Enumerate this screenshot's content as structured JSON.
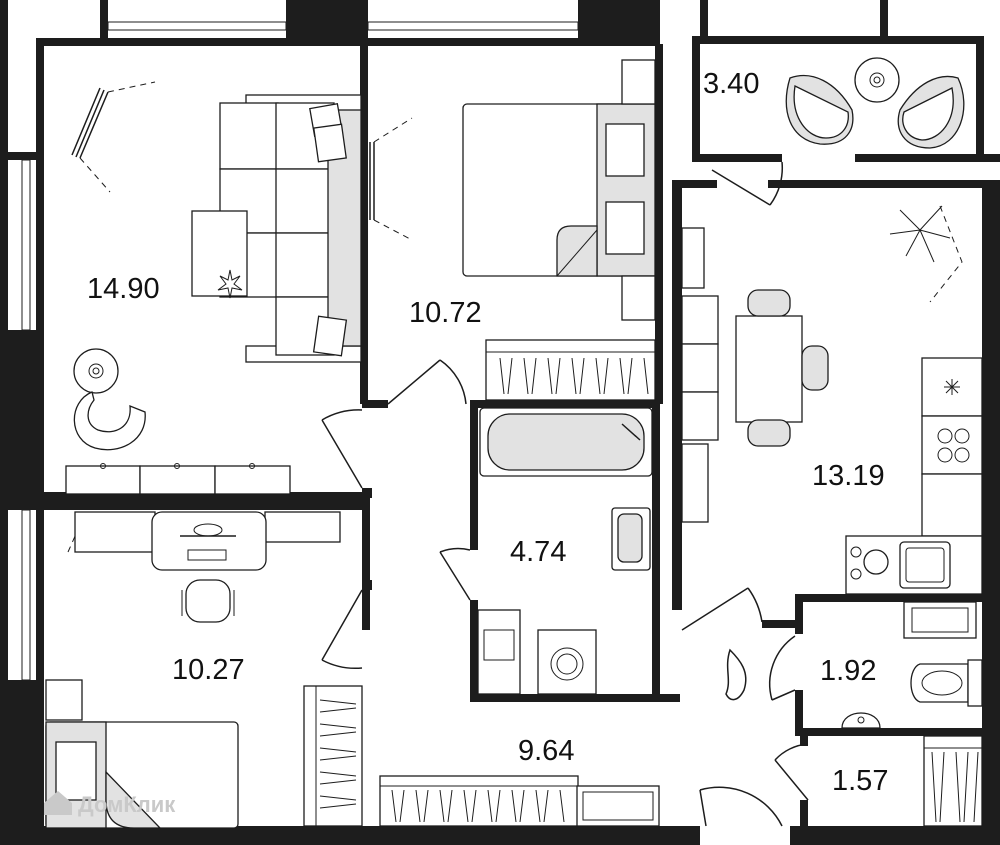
{
  "rooms": [
    {
      "id": "living",
      "area": "14.90"
    },
    {
      "id": "bedroom",
      "area": "10.72"
    },
    {
      "id": "balcony",
      "area": "3.40"
    },
    {
      "id": "kitchen",
      "area": "13.19"
    },
    {
      "id": "bathroom",
      "area": "4.74"
    },
    {
      "id": "child-room",
      "area": "10.27"
    },
    {
      "id": "hall",
      "area": "9.64"
    },
    {
      "id": "toilet",
      "area": "1.92"
    },
    {
      "id": "storage",
      "area": "1.57"
    }
  ],
  "watermark": "ДомКлик"
}
